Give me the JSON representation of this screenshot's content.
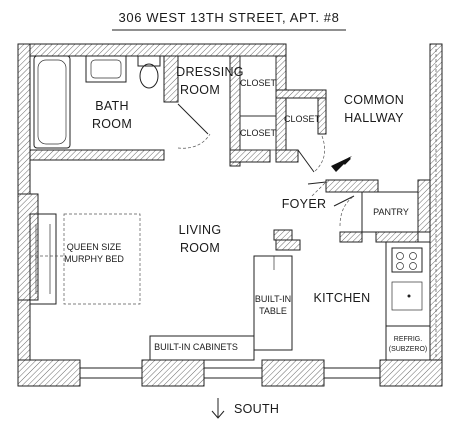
{
  "title": "306 WEST 13TH STREET, APT. #8",
  "rooms": {
    "dressing_room": [
      "DRESSING",
      "ROOM"
    ],
    "closet_1": "CLOSET",
    "closet_2": "CLOSET",
    "closet_3": "CLOSET",
    "bath_room": [
      "BATH",
      "ROOM"
    ],
    "common_hallway": [
      "COMMON",
      "HALLWAY"
    ],
    "foyer": "FOYER",
    "pantry": "PANTRY",
    "living_room": [
      "LIVING",
      "ROOM"
    ],
    "kitchen": "KITCHEN"
  },
  "fixtures": {
    "murphy_bed": [
      "QUEEN SIZE",
      "MURPHY BED"
    ],
    "built_in_table": [
      "BUILT-IN",
      "TABLE"
    ],
    "built_in_cabinets": "BUILT-IN CABINETS",
    "refrigerator": [
      "REFRIG.",
      "(SUBZERO)"
    ]
  },
  "compass": {
    "arrow_icon": "down-arrow",
    "label": "SOUTH"
  }
}
